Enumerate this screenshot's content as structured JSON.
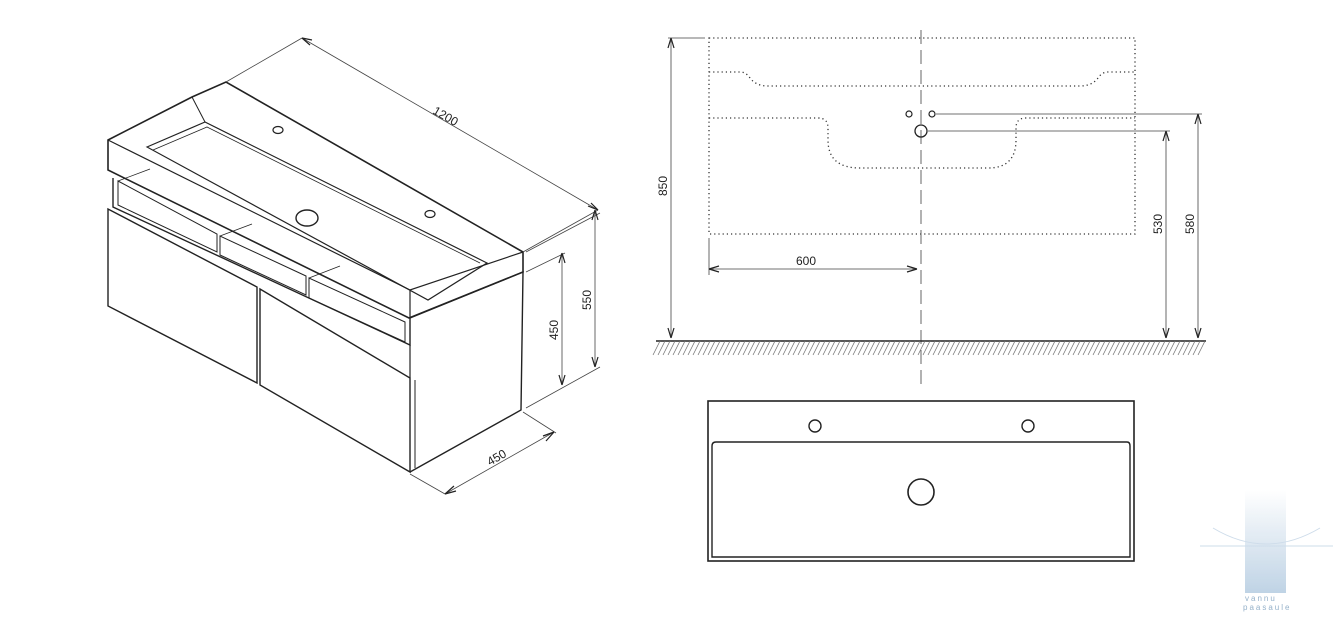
{
  "dimensions": {
    "iso_width": "1200",
    "iso_total_height": "550",
    "iso_cabinet_height": "450",
    "iso_depth": "450",
    "front_total_height": "850",
    "front_center_offset": "600",
    "front_waste_height": "530",
    "front_tap_height": "580"
  },
  "watermark": {
    "line1": "vannu",
    "line2": "paasaule"
  },
  "colors": {
    "line": "#222222",
    "hatch": "#777777",
    "watermark": "#c9d9e8"
  }
}
